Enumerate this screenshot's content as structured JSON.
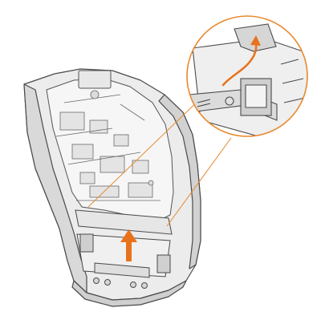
{
  "figure": {
    "background": "#ffffff",
    "colors": {
      "outline": "#4a4a4a",
      "shell_fill": "#ececec",
      "shell_shadow": "#d2d2d2",
      "board_fill": "#f6f6f6",
      "callout": "#e8892e",
      "arrow": "#e8721c"
    },
    "icons": [
      "wallbox-housing",
      "circuit-board",
      "detail-magnifier-callout",
      "insertion-arrow",
      "hinge-clip"
    ]
  }
}
